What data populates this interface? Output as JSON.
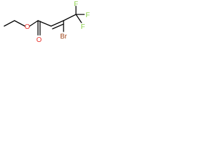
{
  "molecule": {
    "atoms": {
      "o_ester": "O",
      "o_carbonyl": "O",
      "br": "Br",
      "f_top": "F",
      "f_right": "F",
      "f_bottom": "F"
    }
  },
  "colors": {
    "bond": "#000000",
    "oxygen": "#e8312a",
    "bromine": "#a0461a",
    "fluorine": "#8bd048"
  }
}
